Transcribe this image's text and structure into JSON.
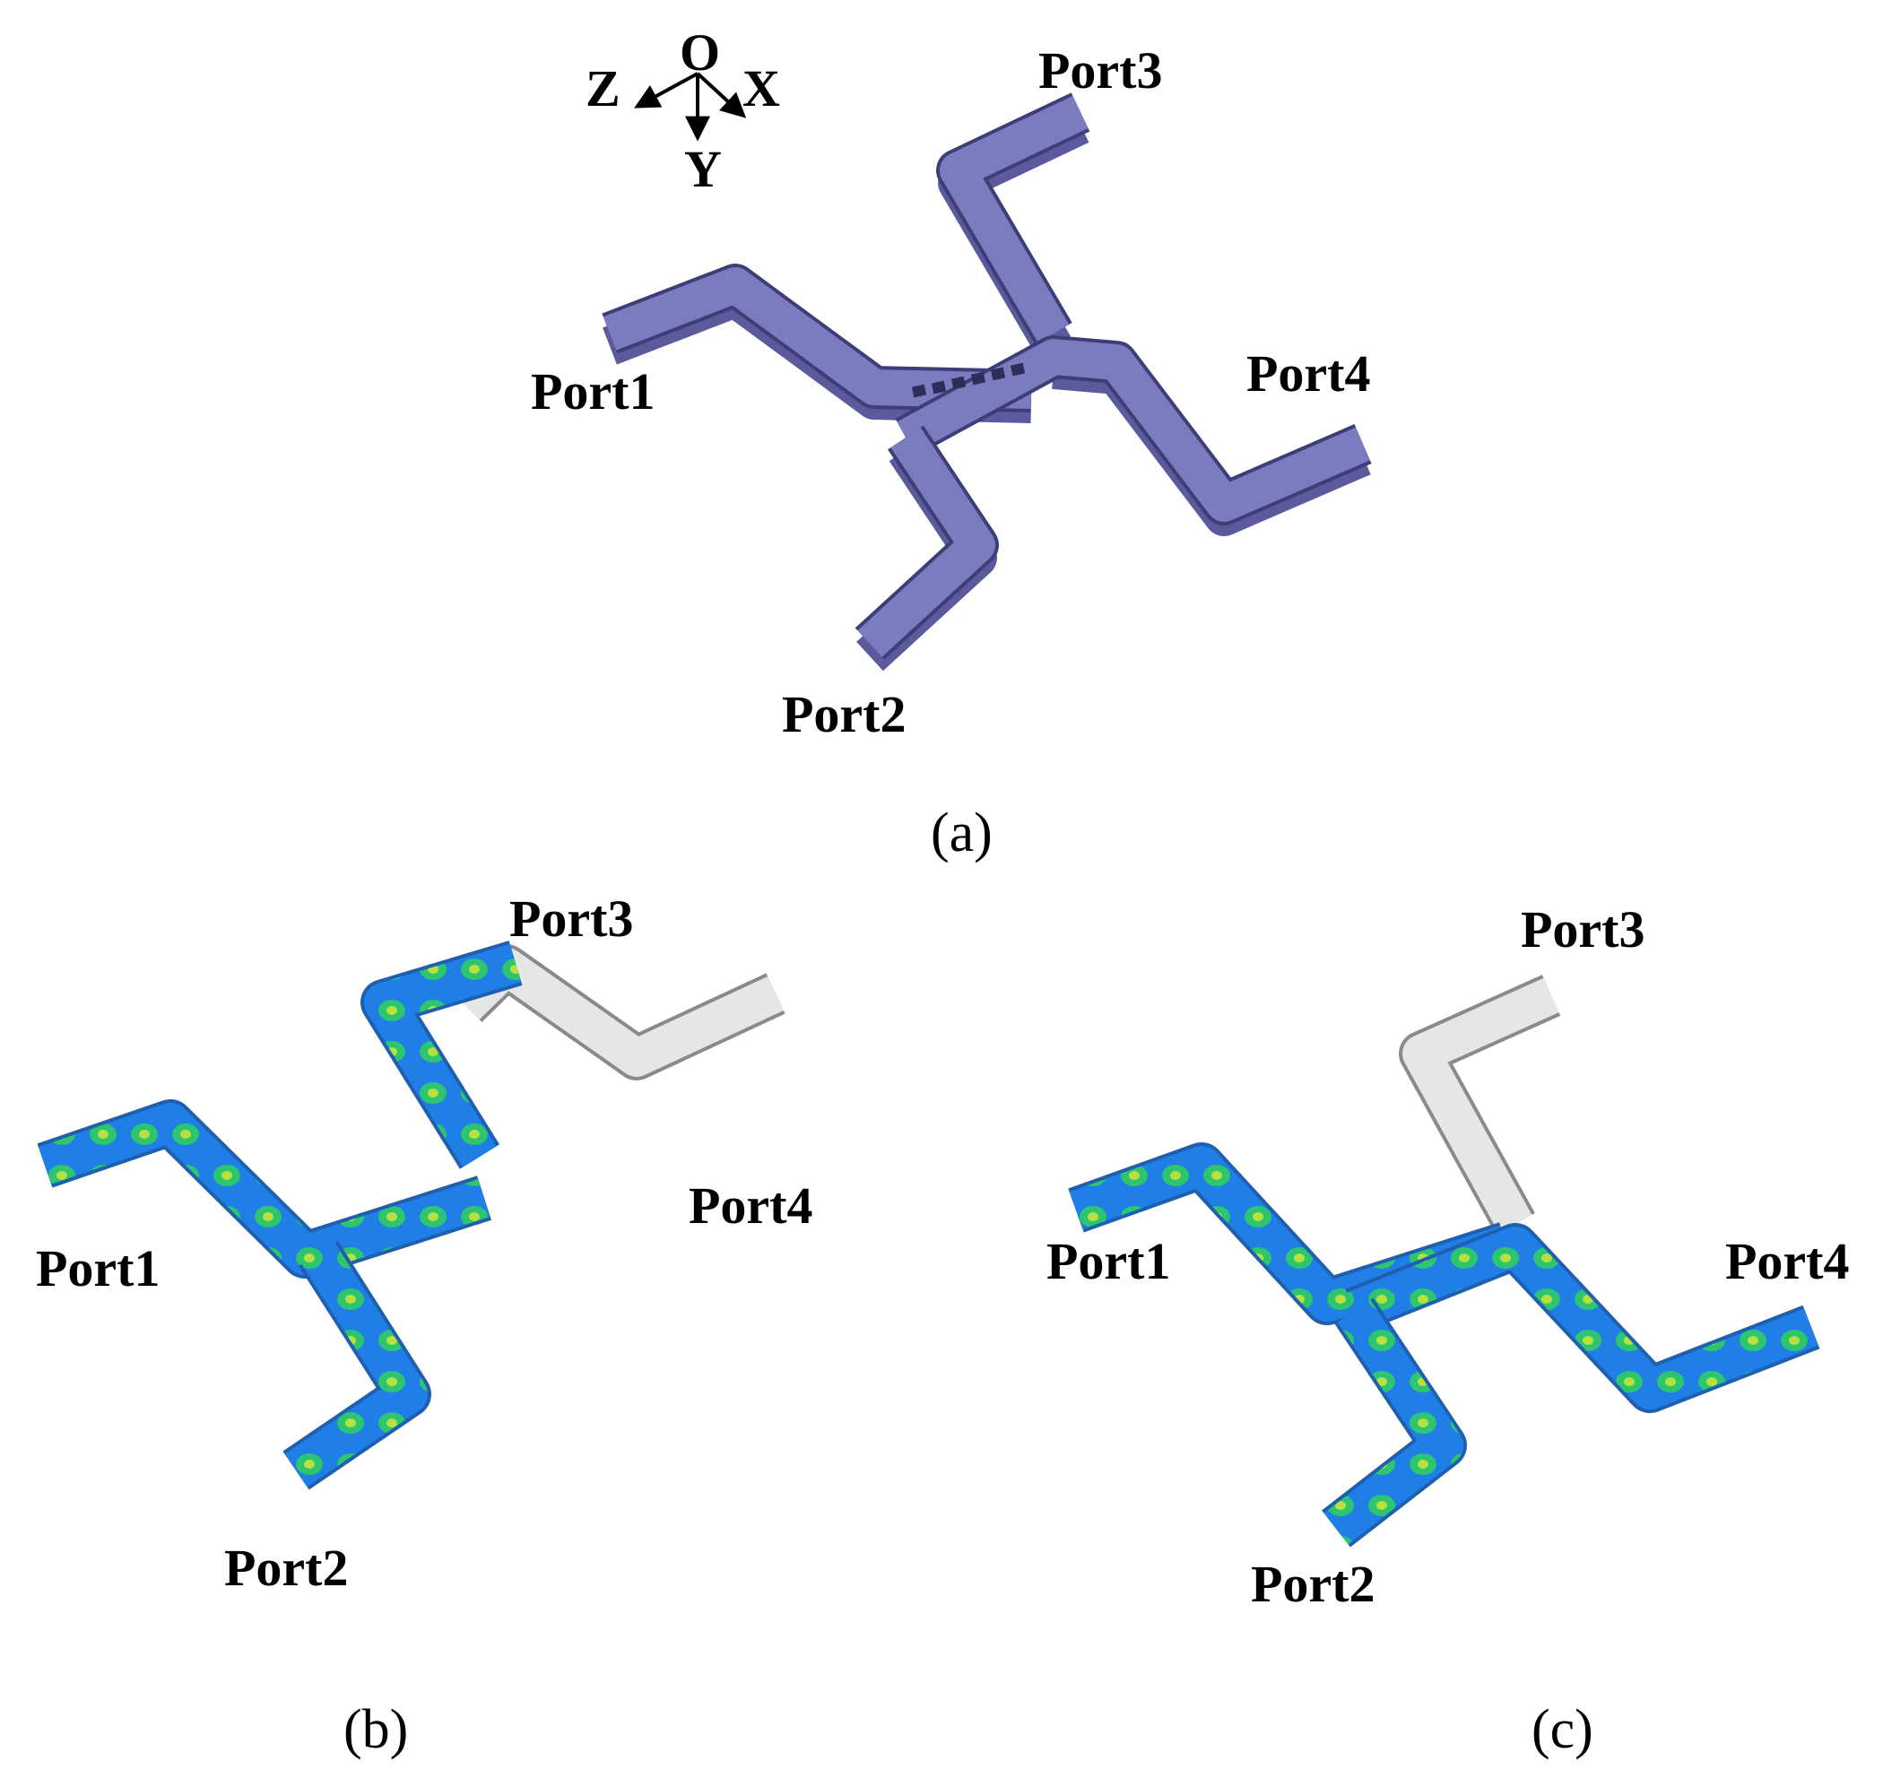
{
  "colors": {
    "waveguide_top": "#7b7bbf",
    "waveguide_side": "#5a5a9c",
    "waveguide_edge": "#3d3d77",
    "field_blue": "#1f7fe6",
    "field_green": "#2fd15b",
    "field_yellow": "#d9e832",
    "ghost_fill": "#e6e6e6",
    "ghost_edge": "#8a8a8a"
  },
  "axes": {
    "origin": "O",
    "x": "X",
    "y": "Y",
    "z": "Z"
  },
  "panels": {
    "a": {
      "caption": "(a)",
      "ports": [
        "Port1",
        "Port2",
        "Port3",
        "Port4"
      ]
    },
    "b": {
      "caption": "(b)",
      "ports": [
        "Port1",
        "Port2",
        "Port3",
        "Port4"
      ]
    },
    "c": {
      "caption": "(c)",
      "ports": [
        "Port1",
        "Port2",
        "Port3",
        "Port4"
      ]
    }
  }
}
